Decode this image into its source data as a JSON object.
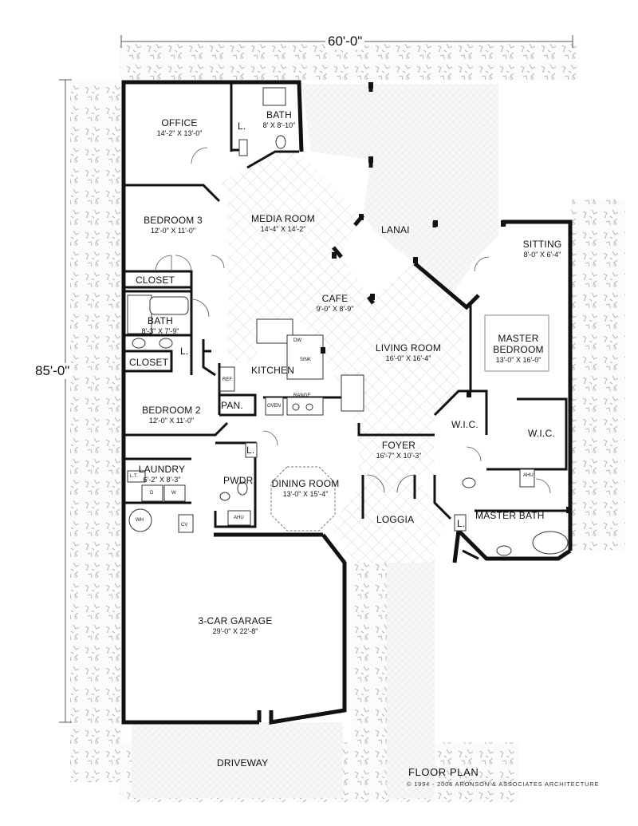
{
  "dimensions": {
    "width_label": "60'-0\"",
    "depth_label": "85'-0\""
  },
  "rooms": {
    "office": {
      "name": "OFFICE",
      "size": "14'-2\" X 13'-0\""
    },
    "bath_top": {
      "name": "BATH",
      "size": "8' X 8'-10\""
    },
    "bedroom3": {
      "name": "BEDROOM 3",
      "size": "12'-0\" X 11'-0\""
    },
    "media": {
      "name": "MEDIA ROOM",
      "size": "14'-4\" X 14'-2\""
    },
    "lanai": {
      "name": "LANAI"
    },
    "sitting": {
      "name": "SITTING",
      "size": "8'-0\" X 6'-4\""
    },
    "closet1": {
      "name": "CLOSET"
    },
    "cafe": {
      "name": "CAFE",
      "size": "9'-0\" X 8'-9\""
    },
    "bath_mid": {
      "name": "BATH",
      "size": "8'-3\" X 7'-9\""
    },
    "living": {
      "name": "LIVING ROOM",
      "size": "16'-0\" X 16'-4\""
    },
    "master": {
      "name": "MASTER BEDROOM",
      "name_line1": "MASTER",
      "name_line2": "BEDROOM",
      "size": "13'-0\" X 16'-0\""
    },
    "closet2": {
      "name": "CLOSET"
    },
    "kitchen": {
      "name": "KITCHEN"
    },
    "bedroom2": {
      "name": "BEDROOM 2",
      "size": "12'-0\" X 11'-0\""
    },
    "pantry": {
      "name": "PAN."
    },
    "wic1": {
      "name": "W.I.C."
    },
    "wic2": {
      "name": "W.I.C."
    },
    "foyer": {
      "name": "FOYER",
      "size": "16'-7\" X 10'-3\""
    },
    "laundry": {
      "name": "LAUNDRY",
      "size": "6'-2\" X 8'-3\""
    },
    "pwdr": {
      "name": "PWDR"
    },
    "dining": {
      "name": "DINING ROOM",
      "size": "13'-0\" X 15'-4\""
    },
    "loggia": {
      "name": "LOGGIA"
    },
    "master_bath": {
      "name": "MASTER BATH"
    },
    "garage": {
      "name": "3-CAR GARAGE",
      "size": "29'-0\" X 22'-8\""
    },
    "driveway": {
      "name": "DRIVEWAY"
    }
  },
  "fixtures": {
    "linen": "L.",
    "dw": "DW",
    "sink": "SINK",
    "ref": "REF.",
    "oven": "OVEN",
    "range": "RANGE",
    "ahu": "AHU",
    "wh": "WH",
    "cv": "CV",
    "lt": "L.T.",
    "dryer": "D",
    "washer": "W"
  },
  "footer": {
    "title": "FLOOR PLAN",
    "copyright": "© 1994 - 2006 ARONSON & ASSOCIATES ARCHITECTURE"
  }
}
